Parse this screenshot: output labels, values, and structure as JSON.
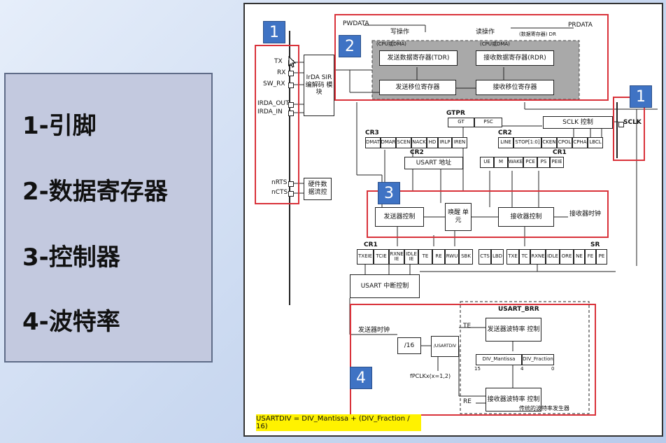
{
  "legend": {
    "items": [
      "1-引脚",
      "2-数据寄存器",
      "3-控制器",
      "4-波特率"
    ]
  },
  "badges": [
    "1",
    "2",
    "3",
    "1",
    "4"
  ],
  "pins": {
    "labels": [
      "TX",
      "RX",
      "SW_RX",
      "IRDA_OUT",
      "IRDA_IN",
      "nRTS",
      "nCTS",
      "SCLK"
    ]
  },
  "data_regs": {
    "pwdata": "PWDATA",
    "prdata": "PRDATA",
    "write_op": "写操作",
    "read_op": "读操作",
    "cpu_dma_1": "(CPU或DMA)",
    "cpu_dma_2": "(CPU或DMA)",
    "dr_note": "(数据寄存器) DR",
    "tdr": "发送数据寄存器(TDR)",
    "rdr": "接收数据寄存器(RDR)",
    "tx_shift": "发送移位寄存器",
    "rx_shift": "接收移位寄存器"
  },
  "irda_block": "IrDA SIR 编解码 模块",
  "hw_flow": "硬件数 据流控",
  "gtpr": {
    "label": "GTPR",
    "gt": "GT",
    "psc": "PSC"
  },
  "sclk_ctrl": "SCLK 控制",
  "cr3": {
    "label": "CR3",
    "bits": [
      "DMAT",
      "DMAR",
      "SCEN",
      "NACK",
      "HD",
      "IRLP",
      "IREN"
    ]
  },
  "cr2_top": {
    "label": "CR2",
    "bits": [
      "LINE",
      "STOP[1:0]",
      "CKEN",
      "CPOL",
      "CPHA",
      "LBCL"
    ]
  },
  "cr2_addr": {
    "label": "CR2",
    "text": "USART 地址"
  },
  "cr1_top": {
    "label": "CR1",
    "bits": [
      "UE",
      "M",
      "WAKE",
      "PCE",
      "PS",
      "PEIE"
    ]
  },
  "controllers": {
    "tx_ctrl": "发送器控制",
    "wake": "唤醒 单元",
    "rx_ctrl": "接收器控制",
    "rx_clock": "接收器时钟"
  },
  "cr1_bottom": {
    "label": "CR1",
    "bits": [
      "TXEIE",
      "TCIE",
      "RXNE IE",
      "IDLE IE",
      "TE",
      "RE",
      "RWU",
      "SBK"
    ]
  },
  "sr": {
    "label": "SR",
    "bits": [
      "CTS",
      "LBD",
      "TXE",
      "TC",
      "RXNE",
      "IDLE",
      "ORE",
      "NE",
      "FE",
      "PE"
    ]
  },
  "irq": "USART 中断控制",
  "baud": {
    "tx_clock": "发送器时钟",
    "div16": "/16",
    "usartdiv": "/USARTDIV",
    "fpclk": "fPCLKx(x=1,2)",
    "brr": "USART_BRR",
    "te": "TE",
    "re": "RE",
    "tx_baud": "发送器波特率 控制",
    "rx_baud": "接收器波特率 控制",
    "mantissa": "DIV_Mantissa",
    "fraction": "DIV_Fraction",
    "bit15": "15",
    "bit4": "4",
    "bit0": "0",
    "legacy": "传统的波特率发生器"
  },
  "formula": "USARTDIV = DIV_Mantissa + (DIV_Fraction / 16)"
}
